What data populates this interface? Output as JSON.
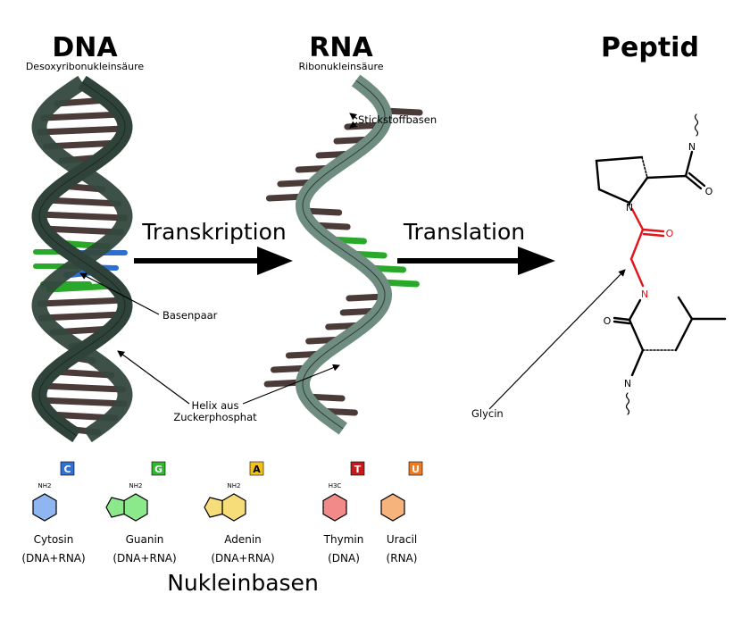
{
  "titles": {
    "dna": "DNA",
    "dna_sub": "Desoxyribonukleinsäure",
    "rna": "RNA",
    "rna_sub": "Ribonukleinsäure",
    "peptid": "Peptid"
  },
  "processes": {
    "transcription": "Transkription",
    "translation": "Translation"
  },
  "annotations": {
    "stickstoffbasen": "Stickstoffbasen",
    "basenpaar": "Basenpaar",
    "helix_line1": "Helix aus",
    "helix_line2": "Zuckerphosphat",
    "glycin": "Glycin"
  },
  "peptide_atoms": {
    "n_top": "N",
    "n1": "N",
    "o1": "O",
    "n2": "N",
    "o2": "O",
    "n_bottom": "N"
  },
  "nucleobases": [
    {
      "letter": "C",
      "name": "Cytosin",
      "occurs": "(DNA+RNA)",
      "color": "#2f6fd6",
      "ring": "#8fb6f0",
      "sub": "NH2"
    },
    {
      "letter": "G",
      "name": "Guanin",
      "occurs": "(DNA+RNA)",
      "color": "#2fb82f",
      "ring": "#8be88b",
      "sub": "NH2"
    },
    {
      "letter": "A",
      "name": "Adenin",
      "occurs": "(DNA+RNA)",
      "color": "#f2c21a",
      "ring": "#f7dc7a",
      "sub": "NH2"
    },
    {
      "letter": "T",
      "name": "Thymin",
      "occurs": "(DNA)",
      "color": "#c41a1a",
      "ring": "#f28a8a",
      "sub": "H3C"
    },
    {
      "letter": "U",
      "name": "Uracil",
      "occurs": "(RNA)",
      "color": "#ee7a22",
      "ring": "#f7b37c",
      "sub": ""
    }
  ],
  "nucleobases_title": "Nukleinbasen",
  "colors": {
    "dna_strand": "#34483e",
    "rna_strand": "#6e8c80",
    "rung": "#4a3b38",
    "pair_green": "#2aa82a",
    "pair_blue": "#2a6fd1",
    "glycine_red": "#e0141a"
  }
}
